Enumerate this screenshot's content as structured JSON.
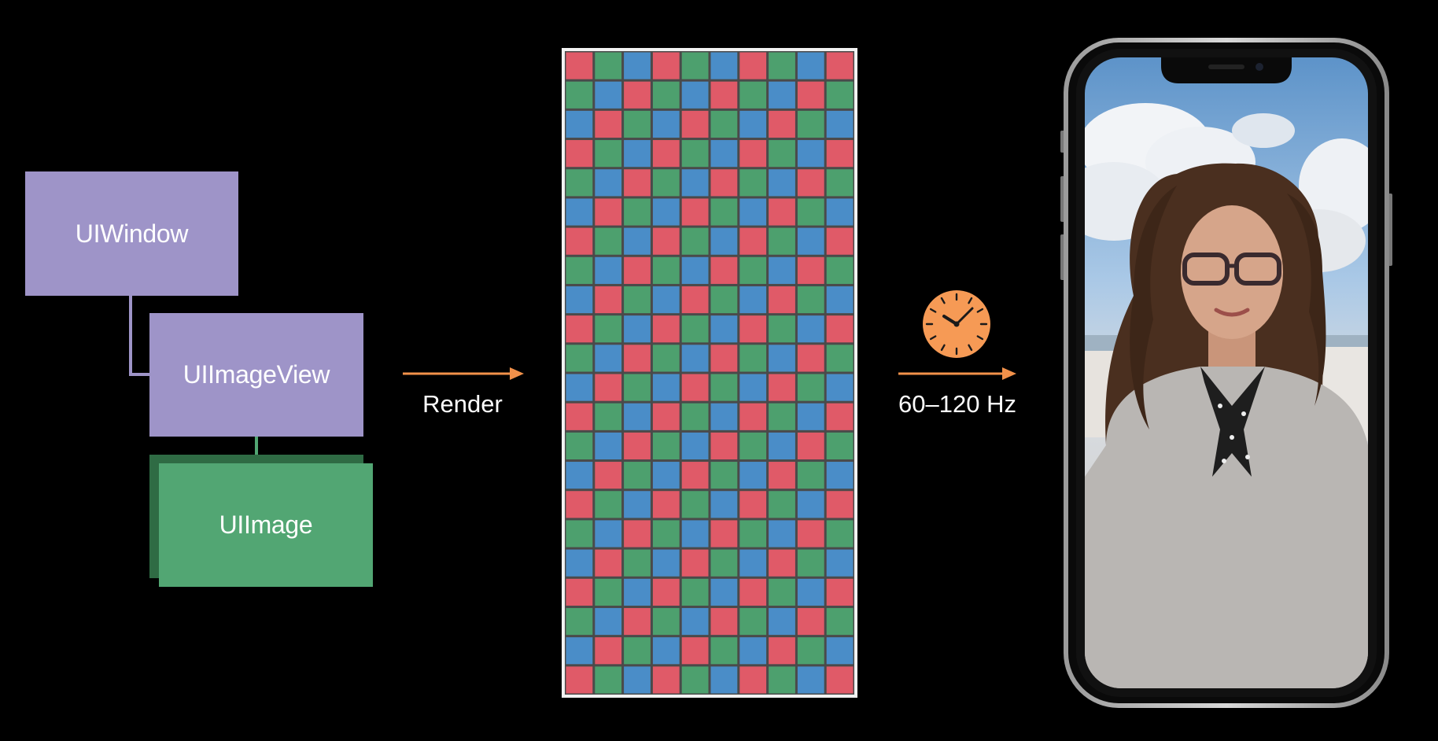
{
  "hierarchy": {
    "window_label": "UIWindow",
    "image_view_label": "UIImageView",
    "image_label": "UIImage"
  },
  "render_step": {
    "label": "Render"
  },
  "framebuffer": {
    "columns": 10,
    "rows": 22,
    "colors": [
      "#e05a68",
      "#4da06e",
      "#4a8dc8"
    ],
    "gap_color": "#4a4a4a"
  },
  "display_step": {
    "label": "60–120 Hz",
    "icon": "clock-icon"
  },
  "device": {
    "name": "phone-illustration"
  },
  "colors": {
    "arrow": "#f2914a",
    "purple": "#9e94c8",
    "green": "#52a673",
    "clock": "#f69a55"
  }
}
